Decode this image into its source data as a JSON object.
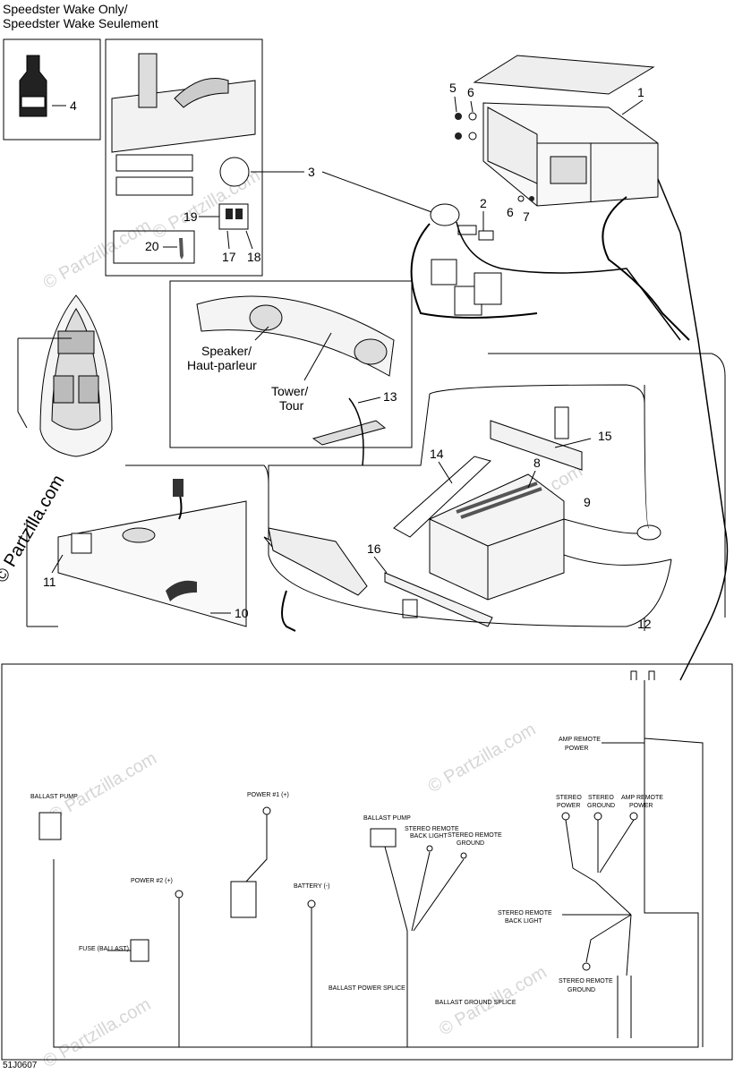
{
  "title": {
    "line1": "Speedster Wake Only/",
    "line2": "Speedster Wake Seulement"
  },
  "diagram_code": "51J0607",
  "watermark": {
    "text": "© Partzilla.com",
    "side_text": "© Partzilla.com"
  },
  "callouts": {
    "n1": "1",
    "n2": "2",
    "n3": "3",
    "n4": "4",
    "n5": "5",
    "n6a": "6",
    "n6b": "6",
    "n7": "7",
    "n8": "8",
    "n9": "9",
    "n10": "10",
    "n11": "11",
    "n12": "12",
    "n13": "13",
    "n14": "14",
    "n15": "15",
    "n16": "16",
    "n17": "17",
    "n18": "18",
    "n19": "19",
    "n20": "20"
  },
  "labels": {
    "speaker_1": "Speaker/",
    "speaker_2": "Haut-parleur",
    "tower_1": "Tower/",
    "tower_2": "Tour"
  },
  "wiring": {
    "ballast_pump_left": "BALLAST PUMP",
    "power1": "POWER #1 (+)",
    "power2": "POWER #2 (+)",
    "battery": "BATTERY (-)",
    "fuse": "FUSE (BALLAST)",
    "ballast_pump_mid": "BALLAST PUMP",
    "stereo_remote_backlight_1": "STEREO REMOTE",
    "stereo_remote_backlight_2": "BACK LIGHT",
    "stereo_remote_ground_1": "STEREO REMOTE",
    "stereo_remote_ground_2": "GROUND",
    "ballast_power_splice": "BALLAST POWER SPLICE",
    "ballast_ground_splice": "BALLAST GROUND SPLICE",
    "amp_remote_power_top_1": "AMP REMOTE",
    "amp_remote_power_top_2": "POWER",
    "stereo_power_1": "STEREO",
    "stereo_power_2": "POWER",
    "stereo_ground_1": "STEREO",
    "stereo_ground_2": "GROUND",
    "amp_remote_power_1": "AMP REMOTE",
    "amp_remote_power_2": "POWER",
    "srbl_right_1": "STEREO REMOTE",
    "srbl_right_2": "BACK LIGHT",
    "srg_right_1": "STEREO REMOTE",
    "srg_right_2": "GROUND"
  }
}
